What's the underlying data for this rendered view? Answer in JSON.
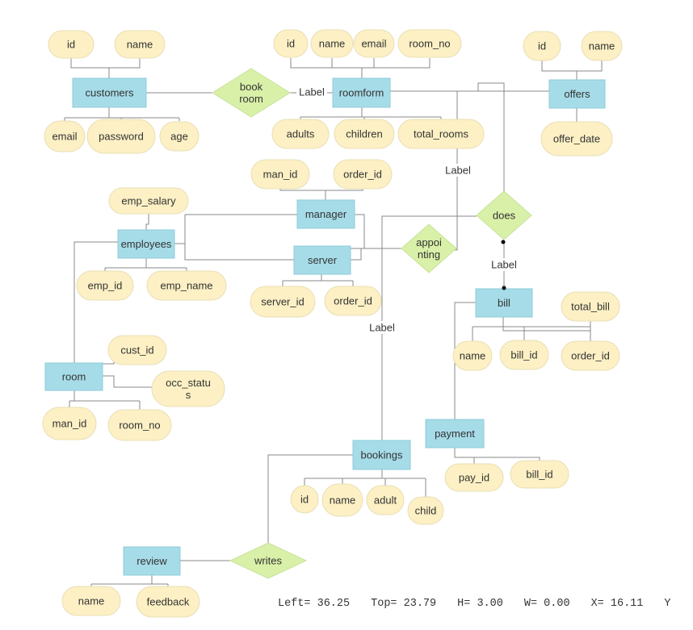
{
  "colors": {
    "entity_fill": "#a6dce8",
    "entity_stroke": "#a6dce8",
    "attribute_fill": "#fcf0c4",
    "attribute_stroke": "#e9dfb6",
    "relationship_fill": "#d9f0a8",
    "line": "#888888",
    "text": "#333333"
  },
  "entities": {
    "customers": "customers",
    "roomform": "roomform",
    "offers": "offers",
    "manager": "manager",
    "employees": "employees",
    "server": "server",
    "bill": "bill",
    "room": "room",
    "payment": "payment",
    "bookings": "bookings",
    "review": "review"
  },
  "relationships": {
    "book_room": [
      "book",
      "room"
    ],
    "does": [
      "does"
    ],
    "appointing": [
      "appoi",
      "nting"
    ],
    "writes": [
      "writes"
    ]
  },
  "attributes": {
    "cust_id": "id",
    "cust_name": "name",
    "cust_email": "email",
    "cust_password": "password",
    "cust_age": "age",
    "rf_id": "id",
    "rf_name": "name",
    "rf_email": "email",
    "rf_room_no": "room_no",
    "rf_adults": "adults",
    "rf_children": "children",
    "rf_total_rooms": "total_rooms",
    "off_id": "id",
    "off_name": "name",
    "off_date": "offer_date",
    "mgr_man_id": "man_id",
    "mgr_order_id": "order_id",
    "emp_salary": "emp_salary",
    "emp_id": "emp_id",
    "emp_name": "emp_name",
    "srv_server_id": "server_id",
    "srv_order_id": "order_id",
    "bill_total": "total_bill",
    "bill_name": "name",
    "bill_bill_id": "bill_id",
    "bill_order_id": "order_id",
    "room_cust_id": "cust_id",
    "room_occ": [
      "occ_statu",
      "s"
    ],
    "room_man_id": "man_id",
    "room_room_no": "room_no",
    "pay_pay_id": "pay_id",
    "pay_bill_id": "bill_id",
    "bk_id": "id",
    "bk_name": "name",
    "bk_adult": "adult",
    "bk_child": "child",
    "rv_name": "name",
    "rv_feedback": "feedback"
  },
  "edge_labels": {
    "book_to_roomform": "Label",
    "roomform_to_appointing": "Label",
    "does_to_bill": "Label",
    "does_to_bookings": "Label"
  },
  "status_bar": {
    "left": "Left= 36.25",
    "top": "Top= 23.79",
    "h": "H= 3.00",
    "w": "W= 0.00",
    "x": "X= 16.11",
    "y": "Y"
  }
}
